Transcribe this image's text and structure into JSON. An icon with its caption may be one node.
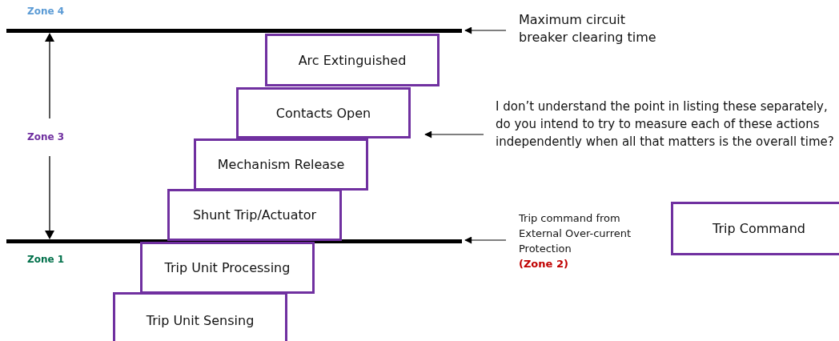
{
  "diagram": {
    "nodes": [
      {
        "text": [],
        "shape": "bar"
      },
      {
        "text": [],
        "shape": "bar"
      },
      {
        "text": [
          "Arc Extinguished"
        ]
      },
      {
        "text": [
          "Contacts Open"
        ]
      },
      {
        "text": [
          "Mechanism Release"
        ]
      },
      {
        "text": [
          "Shunt Trip/Actuator"
        ]
      },
      {
        "text": [
          "Trip Unit Processing"
        ]
      },
      {
        "text": [
          "Trip Unit Sensing"
        ]
      },
      {
        "text": [
          "Trip Command"
        ]
      },
      {
        "text": [
          "Maximum circuit breaker clearing time"
        ]
      },
      {
        "text": [
          "I don’t understand the point in listing these separately, do you intend to try to measure each of these actions independently when all that matters is the overall time?"
        ]
      },
      {
        "text": [
          "Trip command from External Over-current Protection",
          "(Zone 2)"
        ]
      }
    ],
    "edges": [
      {
        "from": 9,
        "to": 0,
        "arrow": "to"
      },
      {
        "from": 10,
        "to": 3,
        "arrow": "to"
      },
      {
        "from": 11,
        "to": 1,
        "arrow": "to"
      }
    ],
    "labels": [
      "Zone 4",
      "Zone 3",
      "Zone 1"
    ]
  }
}
